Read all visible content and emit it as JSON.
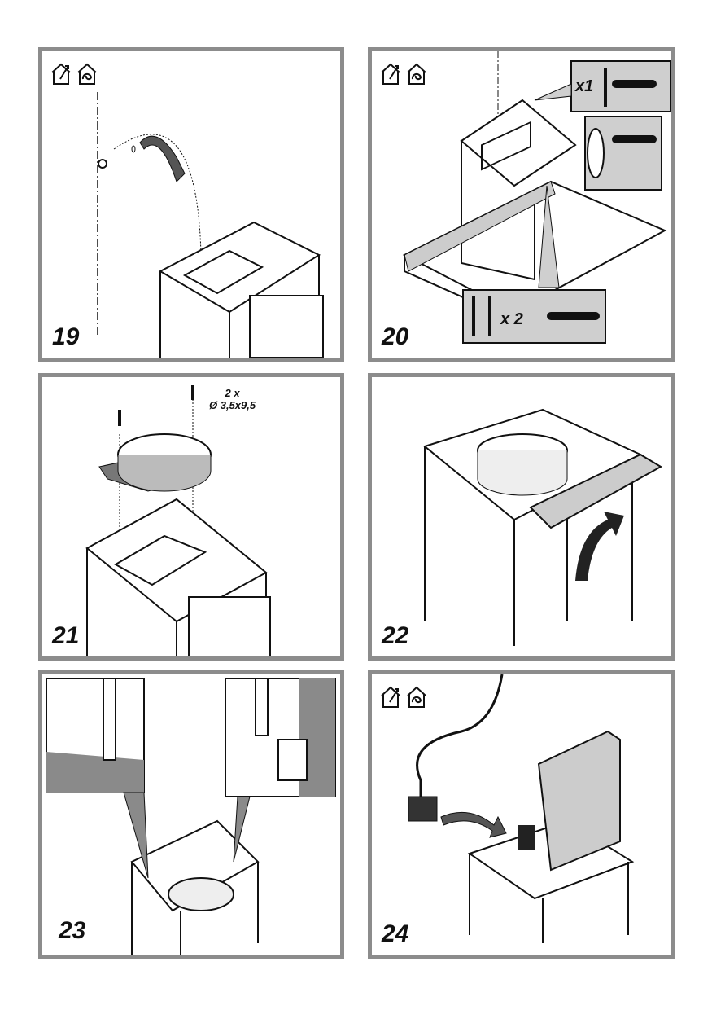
{
  "steps": [
    {
      "number": "19",
      "icons": [
        "ducted-mode-icon",
        "recirculation-mode-icon"
      ]
    },
    {
      "number": "20",
      "icons": [
        "ducted-mode-icon",
        "recirculation-mode-icon"
      ],
      "callouts": {
        "top_qty": "x1",
        "bottom_qty": "x 2"
      }
    },
    {
      "number": "21",
      "spec_qty": "2 x",
      "spec_size": "Ø 3,5x9,5"
    },
    {
      "number": "22"
    },
    {
      "number": "23"
    },
    {
      "number": "24",
      "icons": [
        "ducted-mode-icon",
        "recirculation-mode-icon"
      ]
    }
  ],
  "colors": {
    "frame": "#8c8c8c",
    "callout": "#cfcfcf",
    "line": "#111111"
  }
}
